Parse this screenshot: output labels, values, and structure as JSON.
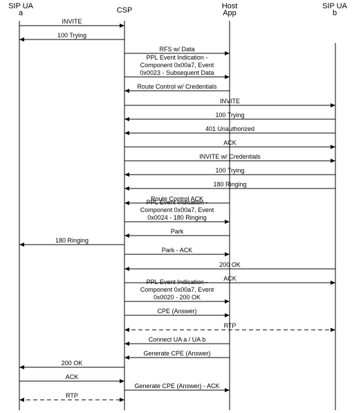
{
  "participants": [
    {
      "id": "a",
      "label_lines": [
        "SIP UA",
        "a"
      ]
    },
    {
      "id": "csp",
      "label_lines": [
        "CSP"
      ]
    },
    {
      "id": "host",
      "label_lines": [
        "Host",
        "App"
      ]
    },
    {
      "id": "b",
      "label_lines": [
        "SIP UA",
        "b"
      ]
    }
  ],
  "messages": [
    {
      "from": "a",
      "to": "csp",
      "lines": [
        "INVITE"
      ]
    },
    {
      "from": "csp",
      "to": "a",
      "lines": [
        "100 Trying"
      ]
    },
    {
      "from": "csp",
      "to": "host",
      "lines": [
        "RFS w/ Data"
      ]
    },
    {
      "from": "csp",
      "to": "host",
      "lines": [
        "PPL Event Indication -",
        "Component 0x00a7, Event",
        "0x0023 - Subsequent Data"
      ]
    },
    {
      "from": "host",
      "to": "csp",
      "lines": [
        "Route Control w/ Credentials"
      ]
    },
    {
      "from": "csp",
      "to": "b",
      "lines": [
        "INVITE"
      ]
    },
    {
      "from": "b",
      "to": "csp",
      "lines": [
        "100 Trying"
      ]
    },
    {
      "from": "b",
      "to": "csp",
      "lines": [
        "401 Unauthorized"
      ]
    },
    {
      "from": "csp",
      "to": "b",
      "lines": [
        "ACK"
      ]
    },
    {
      "from": "csp",
      "to": "b",
      "lines": [
        "INVITE w/ Credentials"
      ]
    },
    {
      "from": "b",
      "to": "csp",
      "lines": [
        "100 Trying"
      ]
    },
    {
      "from": "b",
      "to": "csp",
      "lines": [
        "180 Ringing"
      ]
    },
    {
      "from": "host",
      "to": "csp",
      "lines": [
        "Route Control ACK"
      ]
    },
    {
      "from": "csp",
      "to": "host",
      "lines": [
        "PPL Event Indication -",
        "Component 0x00a7, Event",
        "0x0024 - 180 Ringing"
      ]
    },
    {
      "from": "host",
      "to": "csp",
      "lines": [
        "Park"
      ]
    },
    {
      "from": "csp",
      "to": "a",
      "lines": [
        "180 Ringing"
      ]
    },
    {
      "from": "csp",
      "to": "host",
      "lines": [
        "Park - ACK"
      ]
    },
    {
      "from": "b",
      "to": "csp",
      "lines": [
        "200 OK"
      ]
    },
    {
      "from": "csp",
      "to": "b",
      "lines": [
        "ACK"
      ]
    },
    {
      "from": "csp",
      "to": "host",
      "lines": [
        "PPL Event Indication -",
        "Component 0x00a7, Event",
        "0x0020 - 200 OK"
      ]
    },
    {
      "from": "csp",
      "to": "host",
      "lines": [
        "CPE (Answer)"
      ]
    },
    {
      "from": "csp",
      "to": "b",
      "lines": [
        "RTP"
      ],
      "style": "dashed",
      "both": true
    },
    {
      "from": "host",
      "to": "csp",
      "lines": [
        "Connect UA a / UA b"
      ]
    },
    {
      "from": "host",
      "to": "csp",
      "lines": [
        "Generate CPE (Answer)"
      ]
    },
    {
      "from": "csp",
      "to": "a",
      "lines": [
        "200 OK"
      ]
    },
    {
      "from": "a",
      "to": "csp",
      "lines": [
        "ACK"
      ]
    },
    {
      "from": "csp",
      "to": "host",
      "lines": [
        "Generate CPE (Answer) - ACK"
      ]
    },
    {
      "from": "a",
      "to": "csp",
      "lines": [
        "RTP"
      ],
      "style": "dashed",
      "both": true
    }
  ]
}
